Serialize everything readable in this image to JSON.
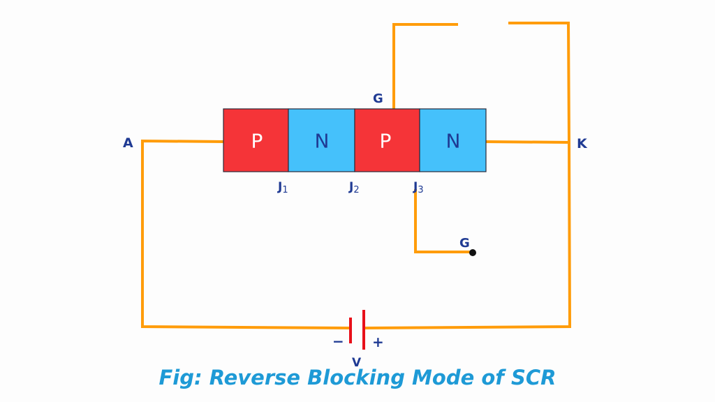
{
  "figure": {
    "caption": "Fig: Reverse Blocking Mode of SCR",
    "colors": {
      "wire": "#ff9c0a",
      "p_layer": "#f53438",
      "n_layer": "#45c1fb",
      "label": "#1f3a93",
      "battery": "#e8101a",
      "caption": "#1e9ad6"
    },
    "layers": [
      {
        "type": "P",
        "label": "P"
      },
      {
        "type": "N",
        "label": "N"
      },
      {
        "type": "P",
        "label": "P"
      },
      {
        "type": "N",
        "label": "N"
      }
    ],
    "junctions": [
      {
        "label": "J",
        "sub": "1"
      },
      {
        "label": "J",
        "sub": "2"
      },
      {
        "label": "J",
        "sub": "3"
      }
    ],
    "terminals": {
      "anode": "A",
      "cathode": "K",
      "gate_top": "G",
      "gate_open": "G"
    },
    "battery": {
      "label": "V",
      "minus": "−",
      "plus": "+"
    }
  }
}
